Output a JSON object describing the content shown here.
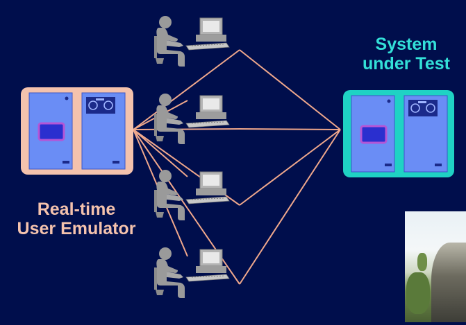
{
  "labels": {
    "system_under_test": [
      "System",
      "under Test"
    ],
    "emulator": [
      "Real-time",
      "User Emulator"
    ]
  },
  "colors": {
    "background": "#000e4c",
    "emulator_frame": "#f4c2ad",
    "sut_frame": "#1fd2c4",
    "link_lines": "#f0a88c",
    "tower": "#6a8df5",
    "screen_panel": "#2a2fcf",
    "user_silhouette": "#9a9a9a"
  },
  "icons": {
    "emulator": "server-pair-icon",
    "system_under_test": "server-pair-icon",
    "user": "workstation-user-icon"
  },
  "users": [
    {
      "id": "user-1"
    },
    {
      "id": "user-2"
    },
    {
      "id": "user-3"
    },
    {
      "id": "user-4"
    }
  ]
}
